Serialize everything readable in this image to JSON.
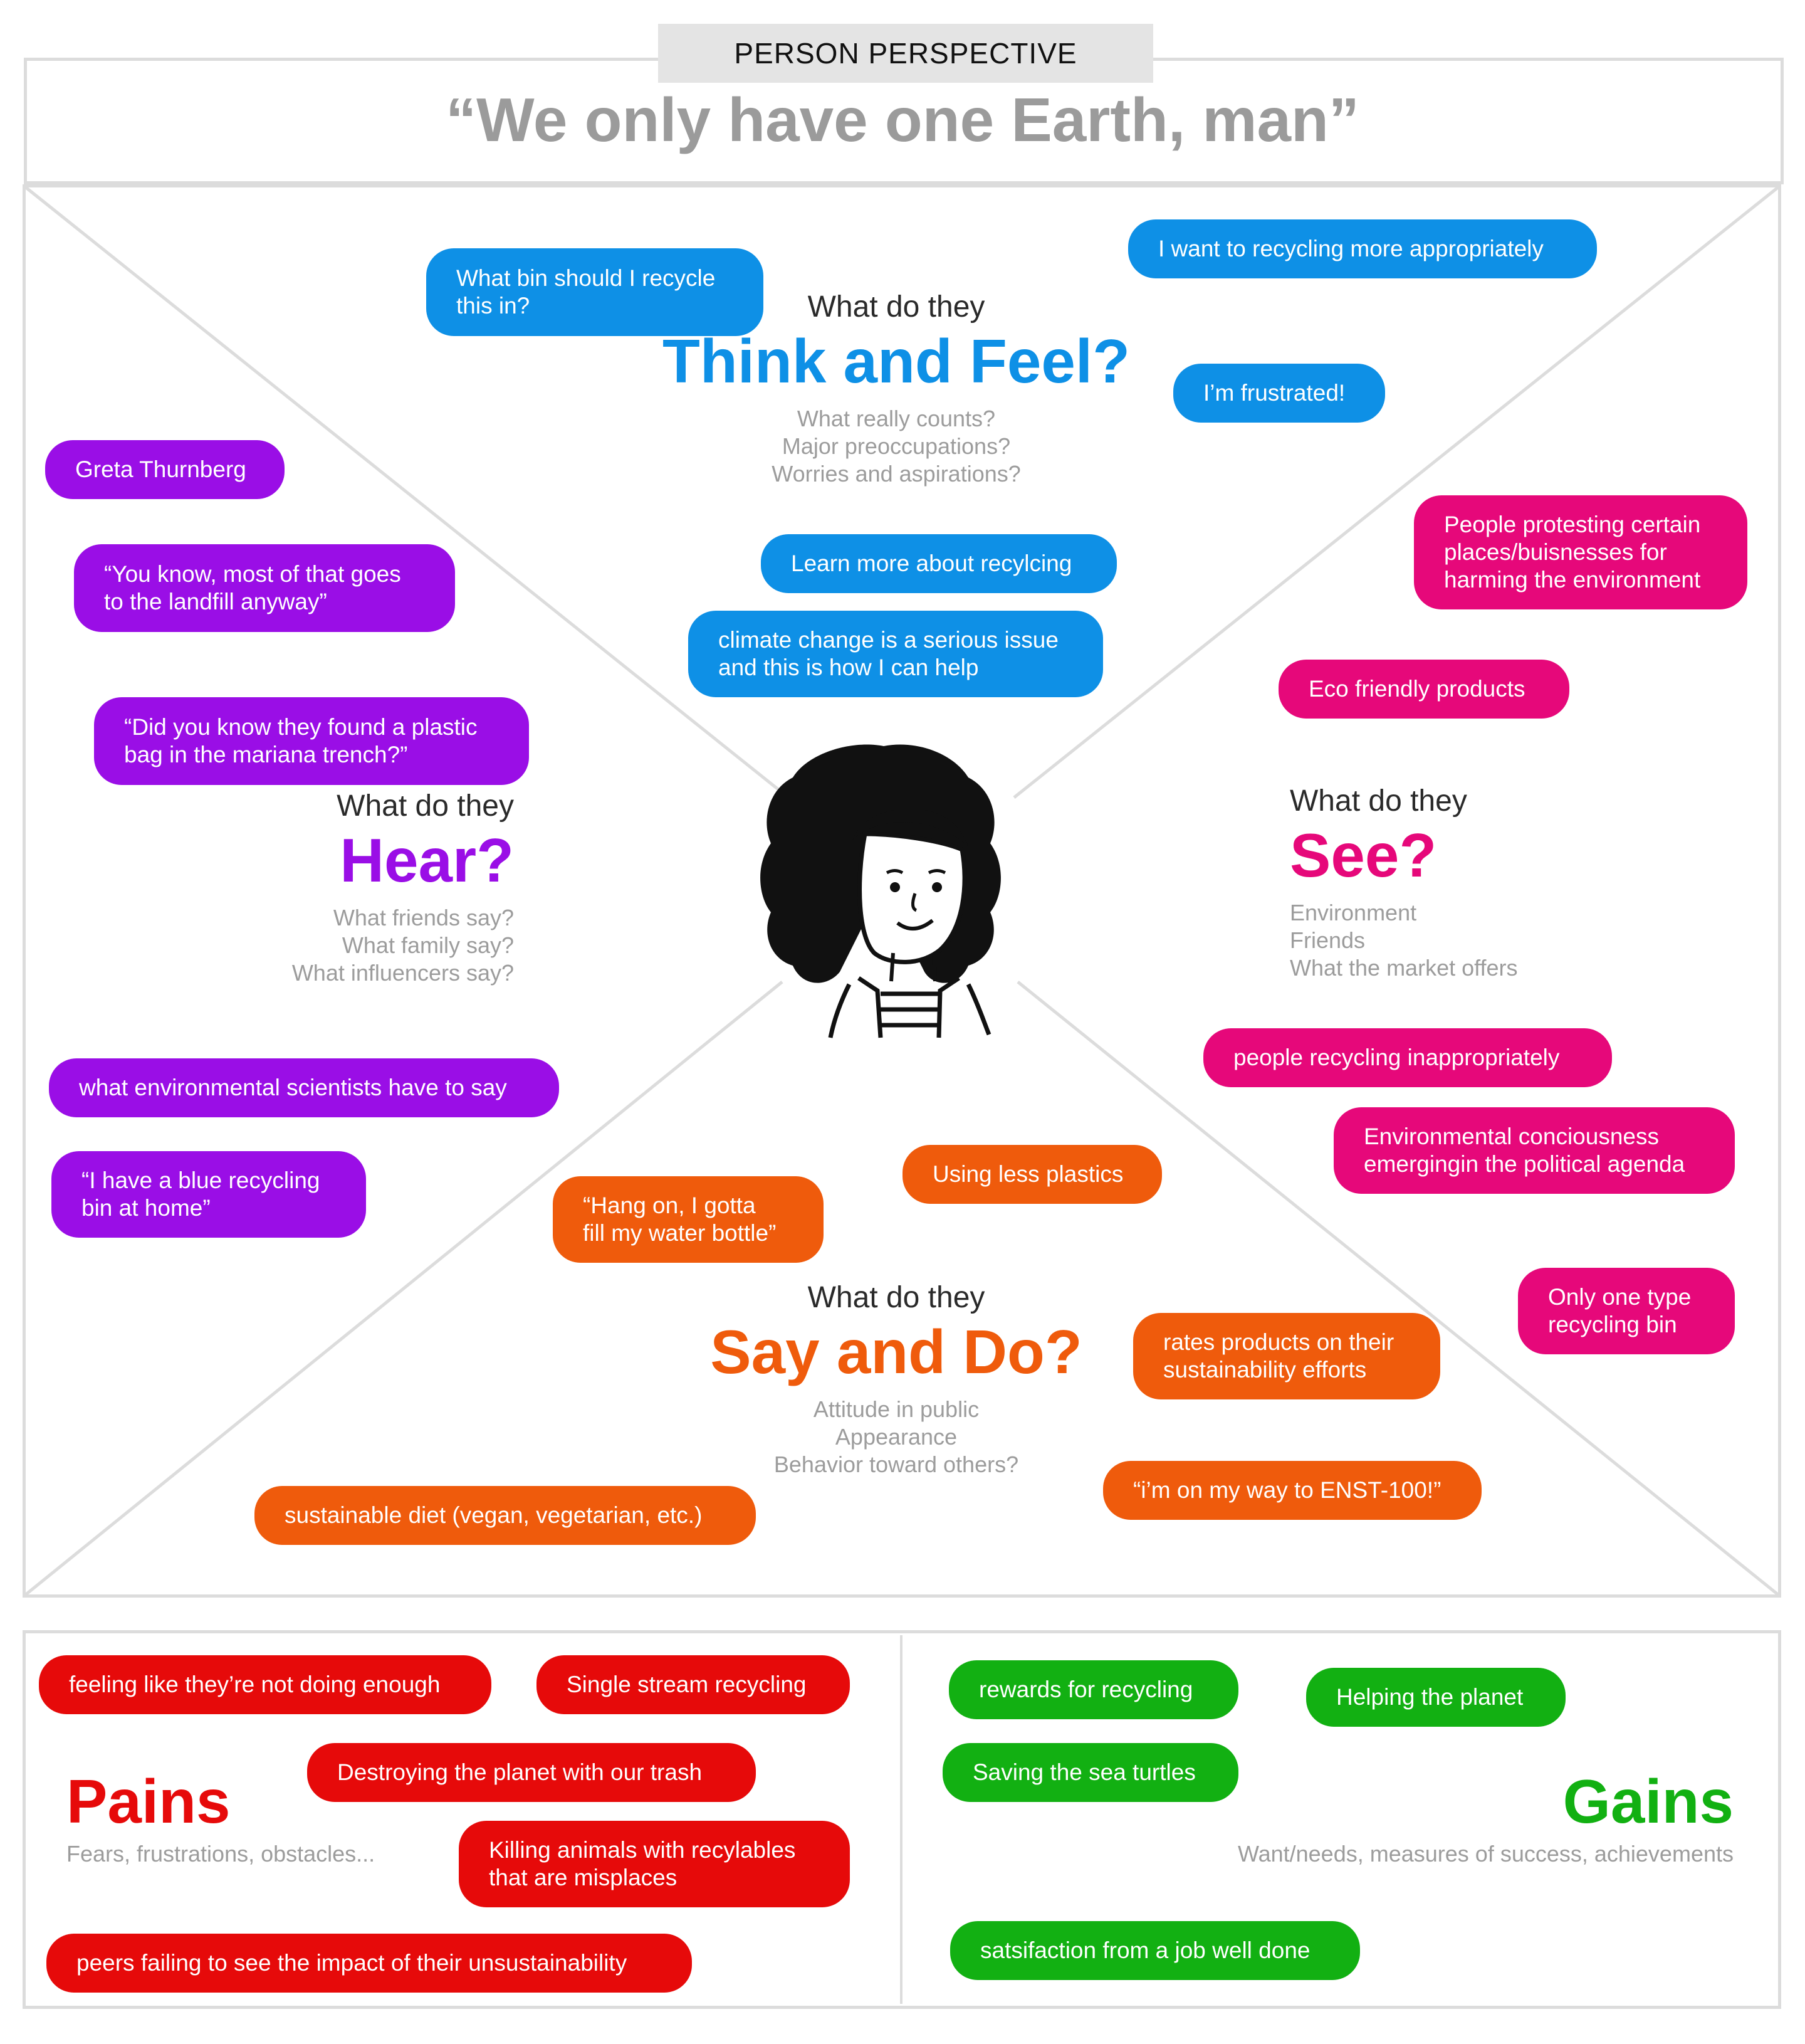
{
  "header": {
    "tab_label": "PERSON PERSPECTIVE",
    "quote": "“We only have one Earth, man”"
  },
  "think_feel": {
    "prefix": "What do they",
    "title": "Think and Feel?",
    "prompts": [
      "What really counts?",
      "Major preoccupations?",
      "Worries and aspirations?"
    ],
    "color": "#0e90e6",
    "notes": [
      "What bin should I recycle\nthis in?",
      "I want to recycling more appropriately",
      "I’m frustrated!",
      "Learn more about recylcing",
      "climate change is a serious issue\nand this is how I can help"
    ]
  },
  "hear": {
    "prefix": "What do they",
    "title": "Hear?",
    "prompts": [
      "What friends say?",
      "What family say?",
      "What influencers say?"
    ],
    "color": "#9a0ee6",
    "notes": [
      "Greta Thurnberg",
      "“You know, most of that goes\nto the landfill anyway”",
      "“Did you know they found a plastic\nbag in the mariana trench?”",
      "what environmental scientists have to say",
      "“I have a blue recycling\nbin at home”"
    ]
  },
  "see": {
    "prefix": "What do they",
    "title": "See?",
    "prompts": [
      "Environment",
      "Friends",
      "What the market offers"
    ],
    "color": "#e6087a",
    "notes": [
      "People protesting certain\nplaces/buisnesses for\nharming the environment",
      "Eco friendly products",
      "people recycling inappropriately",
      "Environmental conciousness\nemergingin the political agenda",
      "Only one type\nrecycling bin"
    ]
  },
  "say_do": {
    "prefix": "What do they",
    "title": "Say and Do?",
    "prompts": [
      "Attitude in public",
      "Appearance",
      "Behavior toward others?"
    ],
    "color": "#ef5b0c",
    "notes": [
      "Using less plastics",
      "“Hang on, I gotta\nfill my water bottle”",
      "rates products on their\nsustainability efforts",
      "“i’m on my way to ENST-100!”",
      "sustainable diet (vegan, vegetarian, etc.)"
    ]
  },
  "pains": {
    "title": "Pains",
    "subtitle": "Fears, frustrations, obstacles...",
    "color": "#e60a0a",
    "notes": [
      "feeling like they’re not doing enough",
      "Single stream recycling",
      "Destroying the planet with our trash",
      "Killing animals with recylables\nthat are misplaces",
      "peers failing to see the impact of their unsustainability"
    ]
  },
  "gains": {
    "title": "Gains",
    "subtitle": "Want/needs, measures of success, achievements",
    "color": "#12b012",
    "notes": [
      "rewards for recycling",
      "Helping the planet",
      "Saving the sea turtles",
      "satsifaction from a job well done"
    ]
  },
  "persona_icon": "woman-with-curly-hair-icon"
}
